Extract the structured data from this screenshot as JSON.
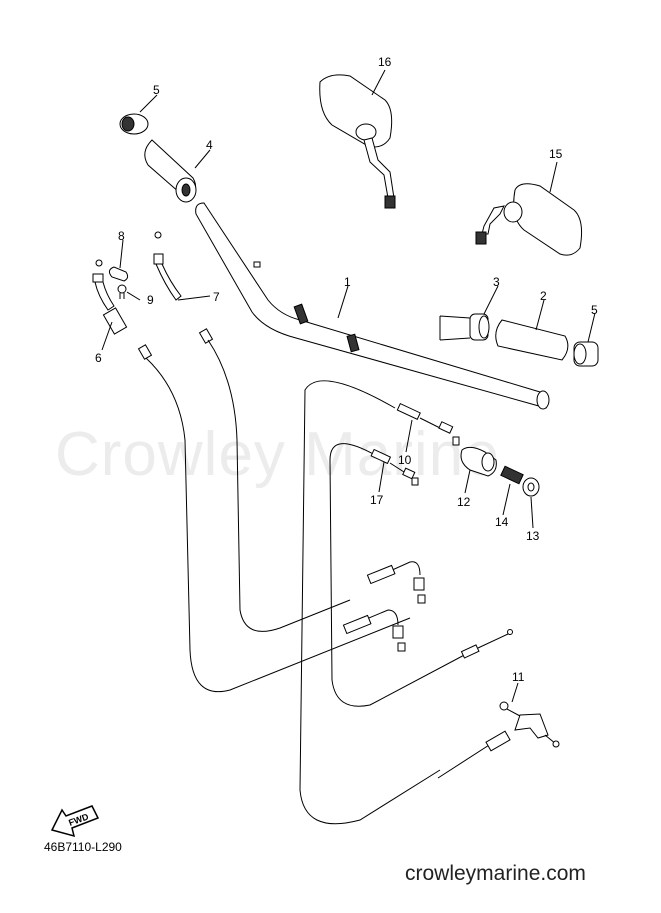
{
  "watermark": "Crowley Marine",
  "diagram_code": "46B7110-L290",
  "site_url": "crowleymarine.com",
  "fwd_label": "FWD",
  "callouts": {
    "c1": "1",
    "c2": "2",
    "c3": "3",
    "c4": "4",
    "c5a": "5",
    "c5b": "5",
    "c6": "6",
    "c7": "7",
    "c8": "8",
    "c9": "9",
    "c10": "10",
    "c11": "11",
    "c12": "12",
    "c13": "13",
    "c14": "14",
    "c15": "15",
    "c16": "16",
    "c17": "17"
  }
}
